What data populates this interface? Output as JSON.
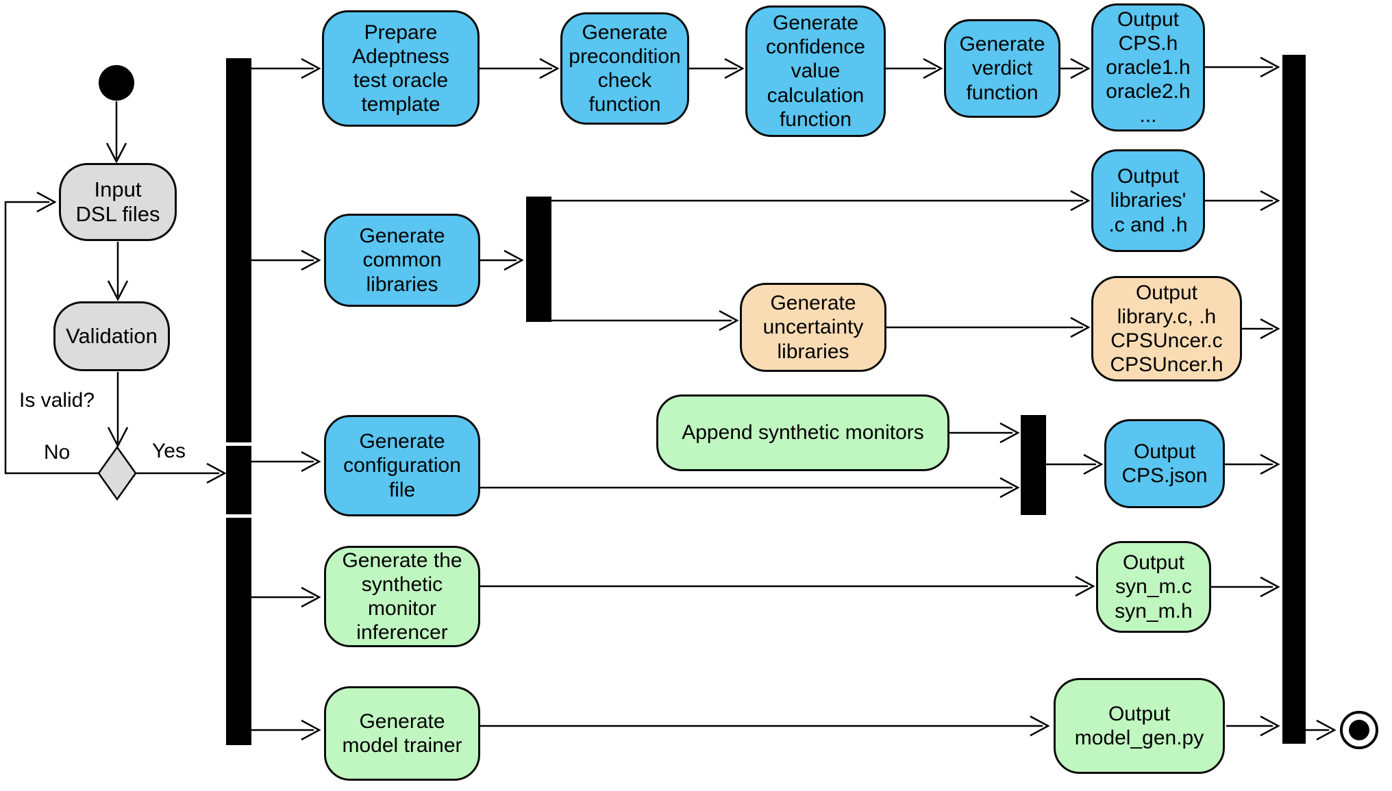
{
  "palette": {
    "blue": "#59C5F0",
    "green": "#C0F6C0",
    "orange": "#FADCB4",
    "gray": "#DCDCDC",
    "line": "#000000"
  },
  "labels": {
    "guard": "Is valid?",
    "no": "No",
    "yes": "Yes"
  },
  "nodes": {
    "input_dsl": {
      "label": "Input\nDSL files",
      "color": "gray"
    },
    "validation": {
      "label": "Validation",
      "color": "gray"
    },
    "prepare_template": {
      "label": "Prepare\nAdeptness\ntest oracle\ntemplate",
      "color": "blue"
    },
    "gen_precondition": {
      "label": "Generate\nprecondition\ncheck\nfunction",
      "color": "blue"
    },
    "gen_confidence": {
      "label": "Generate\nconfidence\nvalue\ncalculation\nfunction",
      "color": "blue"
    },
    "gen_verdict": {
      "label": "Generate\nverdict\nfunction",
      "color": "blue"
    },
    "out_oracle": {
      "label": "Output\nCPS.h\noracle1.h\noracle2.h\n...",
      "color": "blue"
    },
    "gen_common_libs": {
      "label": "Generate\ncommon\nlibraries",
      "color": "blue"
    },
    "out_libraries": {
      "label": "Output\nlibraries'\n.c and .h",
      "color": "blue"
    },
    "gen_uncertainty": {
      "label": "Generate\nuncertainty\nlibraries",
      "color": "orange"
    },
    "out_library": {
      "label": "Output\nlibrary.c, .h\nCPSUncer.c\nCPSUncer.h",
      "color": "orange"
    },
    "gen_config": {
      "label": "Generate\nconfiguration\nfile",
      "color": "blue"
    },
    "append_monitors": {
      "label": "Append synthetic monitors",
      "color": "green"
    },
    "out_cps_json": {
      "label": "Output\nCPS.json",
      "color": "blue"
    },
    "gen_inferencer": {
      "label": "Generate the\nsynthetic\nmonitor\ninferencer",
      "color": "green"
    },
    "gen_model_trainer": {
      "label": "Generate\nmodel trainer",
      "color": "green"
    },
    "out_syn": {
      "label": "Output\nsyn_m.c\nsyn_m.h",
      "color": "green"
    },
    "out_model_gen": {
      "label": "Output\nmodel_gen.py",
      "color": "green"
    }
  }
}
